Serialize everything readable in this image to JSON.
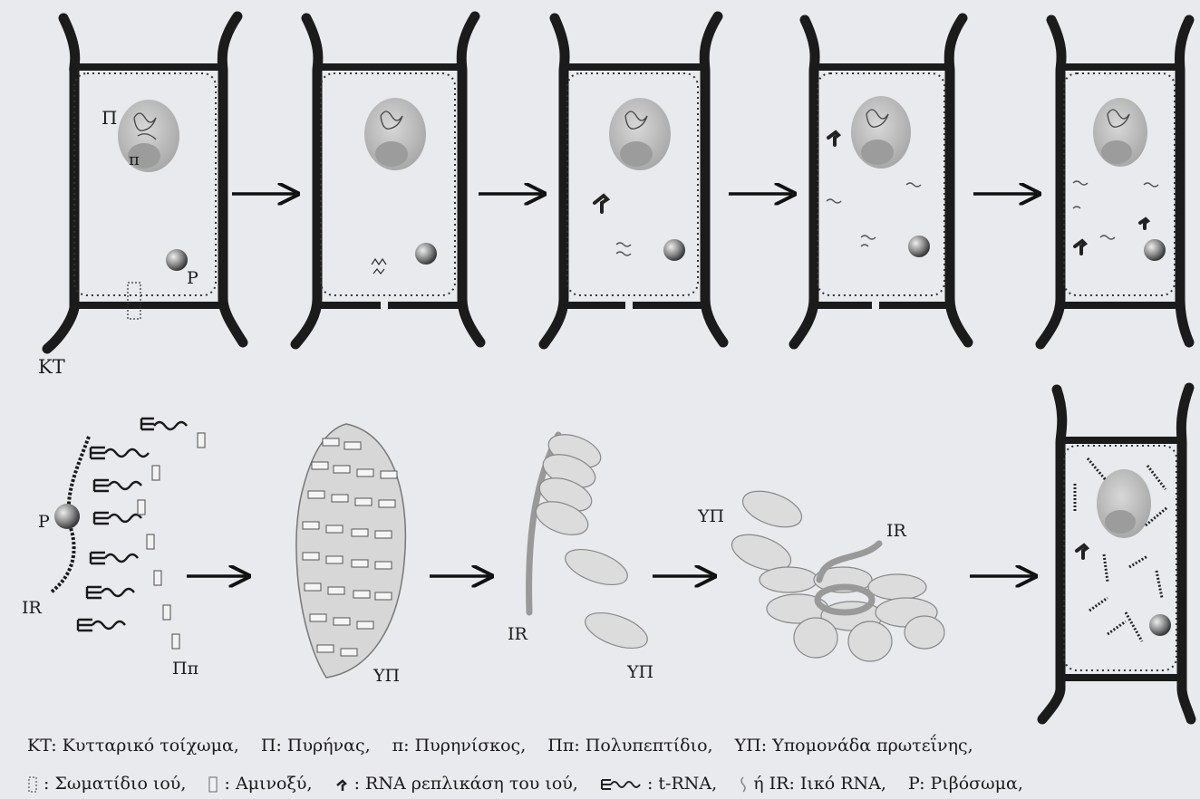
{
  "labels": {
    "cell_wall": "KT",
    "nucleus": "Π",
    "nucleolus": "π",
    "ribosome": "P",
    "viral_rna": "IR",
    "polypeptide": "Ππ",
    "protein_subunit": "ΥΠ"
  },
  "legend": {
    "row1": [
      "KT: Κυτταρικό τοίχωμα,",
      "Π: Πυρήνας,",
      "π: Πυρηνίσκος,",
      "Ππ: Πολυπεπτίδιο,",
      "ΥΠ: Υπομονάδα πρωτεΐνης,"
    ],
    "row2": {
      "virus_particle": ": Σωματίδιο ιού,",
      "amino_acid": ": Αμινοξύ,",
      "rna_replicase": ": RNA ρεπλικάση του ιού,",
      "trna": ": t-RNA,",
      "viral_rna": "ή IR: Ιικό RNA,",
      "ribosome": "P: Ριβόσωμα,"
    }
  },
  "icons": [
    "arrow-icon",
    "nucleus-icon",
    "ribosome-icon",
    "replicase-icon",
    "trna-icon",
    "virus-particle-icon",
    "amino-acid-icon"
  ],
  "colors": {
    "background": "#e9eaee",
    "wall": "#1b1b1b",
    "organelle": "#a9a9a9"
  }
}
